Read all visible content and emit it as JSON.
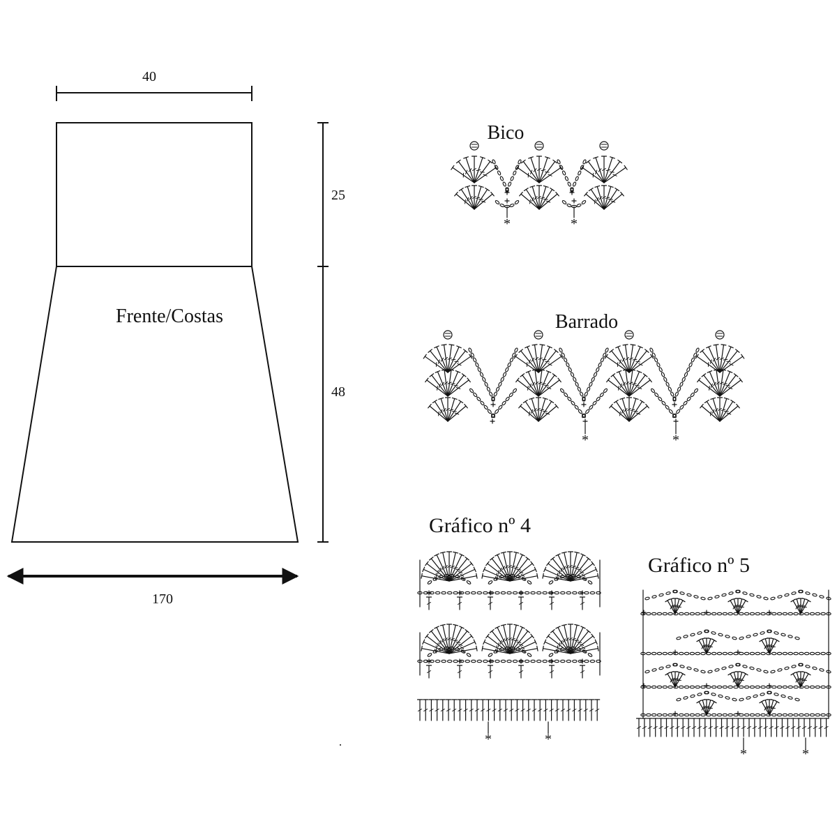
{
  "pattern": {
    "piece_label": "Frente/Costas",
    "top_width": "40",
    "upper_height": "25",
    "lower_height": "48",
    "bottom_width": "170"
  },
  "charts": {
    "bico": {
      "title": "Bico",
      "repeat_mark": "*"
    },
    "barrado": {
      "title": "Barrado",
      "repeat_mark": "*"
    },
    "grafico4": {
      "title": "Gráfico nº 4",
      "repeat_mark": "*"
    },
    "grafico5": {
      "title": "Gráfico nº 5",
      "repeat_mark": "*"
    }
  },
  "colors": {
    "ink": "#111111",
    "background": "#ffffff"
  }
}
